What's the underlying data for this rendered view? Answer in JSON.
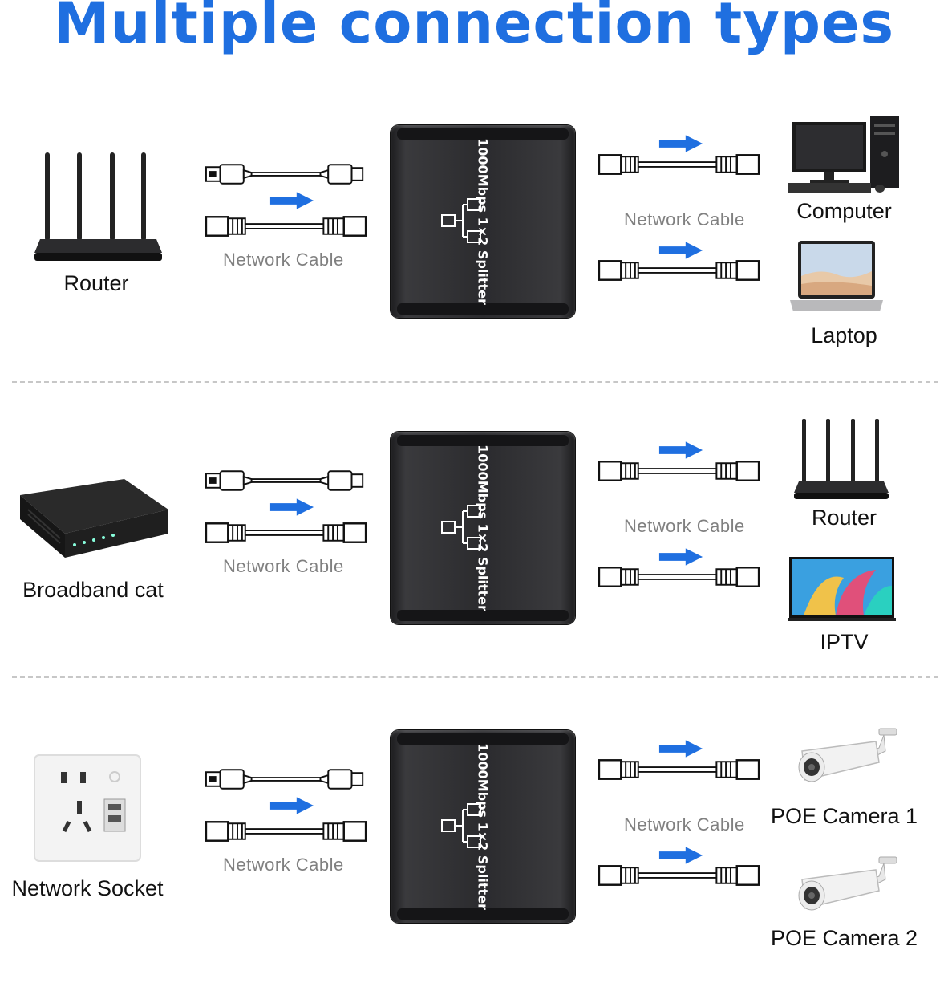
{
  "title": "Multiple connection types",
  "splitter_label": "1000Mbps 1×2 Splitter",
  "cable_label": "Network Cable",
  "colors": {
    "title": "#1f6fe0",
    "arrow": "#1f6fe0",
    "splitter": "#2b2b2e"
  },
  "rows": [
    {
      "source": "Router",
      "outputs": [
        "Computer",
        "Laptop"
      ]
    },
    {
      "source": "Broadband cat",
      "outputs": [
        "Router",
        "IPTV"
      ]
    },
    {
      "source": "Network Socket",
      "outputs": [
        "POE Camera 1",
        "POE Camera 2"
      ]
    }
  ]
}
